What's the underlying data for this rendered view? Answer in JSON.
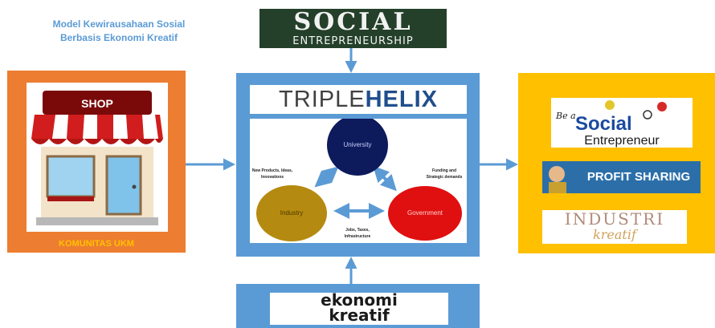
{
  "title": {
    "line1": "Model Kewirausahaan Sosial",
    "line2": "Berbasis Ekonomi Kreatif"
  },
  "social_logo": {
    "line1": "SOCIAL",
    "line2": "ENTREPRENEURSHIP"
  },
  "left": {
    "shop_sign": "SHOP",
    "caption": "KOMUNITAS UKM"
  },
  "center": {
    "title_part1": "TRIPLE",
    "title_part2": "HELIX",
    "nodes": {
      "university": "University",
      "industry": "Industry",
      "government": "Government"
    },
    "labels": {
      "left": [
        "New Products, Ideas,",
        "Innovations"
      ],
      "right": [
        "Funding and",
        "Strategic demands"
      ],
      "bottom": [
        "Jobs, Taxes,",
        "Infrastructure"
      ]
    }
  },
  "right": {
    "social_be": "Be a",
    "social_word": "Social",
    "social_ent": "Entrepreneur",
    "profit": "PROFIT SHARING",
    "industri": "INDUSTRI",
    "kreatif": "kreatif"
  },
  "bottom": {
    "line1": "ekonomi",
    "line2": "kreatif"
  },
  "colors": {
    "orange": "#ed7d31",
    "blue": "#5b9bd5",
    "yellow": "#ffc000",
    "university": "#0d1a5c",
    "industry": "#b58a10",
    "government": "#e01010"
  }
}
